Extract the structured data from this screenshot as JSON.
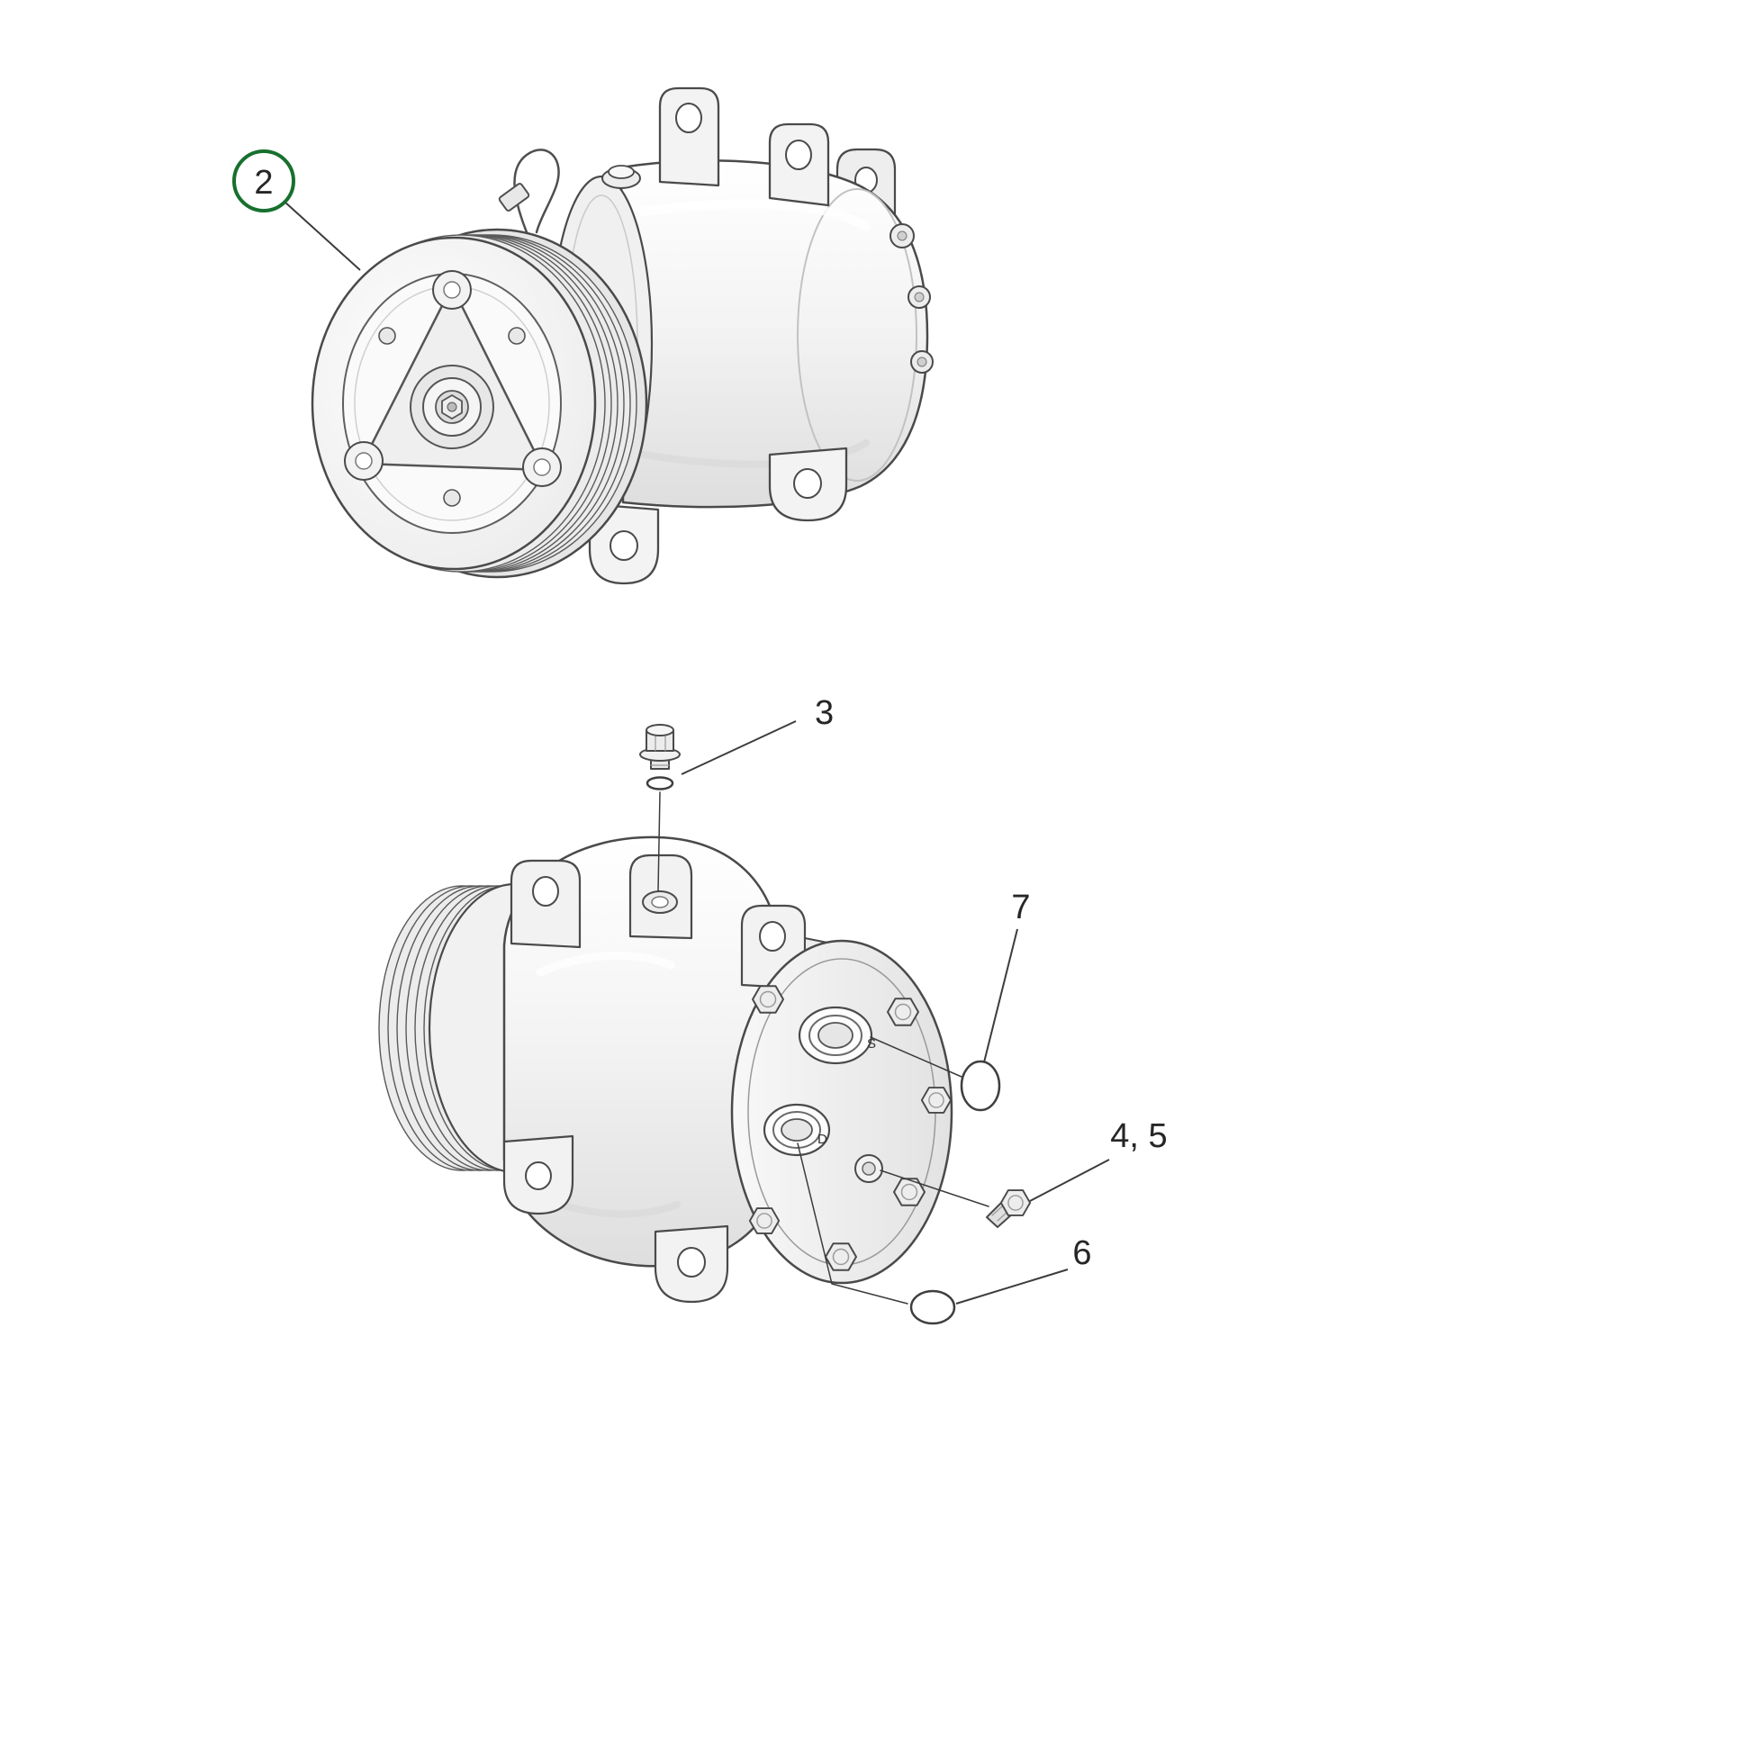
{
  "diagram": {
    "colors": {
      "highlight_green": "#17702e",
      "line": "#3c3c3c",
      "label": "#222222"
    },
    "callouts": {
      "c2": {
        "label": "2"
      },
      "c3": {
        "label": "3"
      },
      "c7": {
        "label": "7"
      },
      "c45": {
        "label": "4, 5"
      },
      "c6": {
        "label": "6"
      }
    },
    "ports": {
      "suction_label": "S",
      "discharge_label": "D"
    }
  }
}
